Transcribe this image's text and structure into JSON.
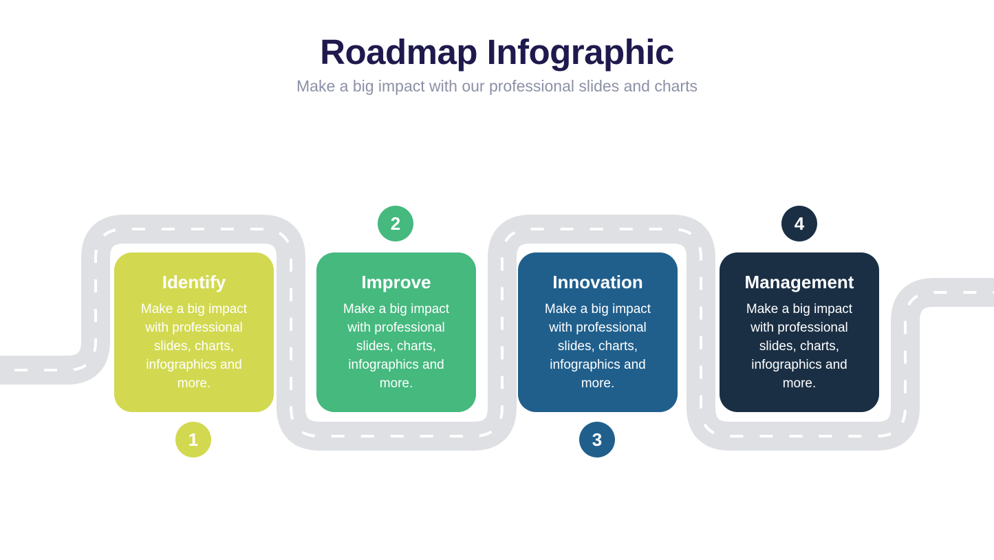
{
  "header": {
    "title": "Roadmap Infographic",
    "subtitle": "Make a big impact with our professional slides and charts",
    "title_color": "#1e1a4d",
    "subtitle_color": "#8b90a6"
  },
  "road": {
    "color": "#dee0e3",
    "dash_color": "#ffffff"
  },
  "card_text_color": "#ffffff",
  "steps": [
    {
      "number": "1",
      "title": "Identify",
      "description": "Make a big impact with professional slides, charts, infographics and more.",
      "color": "#d2d950",
      "badge_position": "below-card"
    },
    {
      "number": "2",
      "title": "Improve",
      "description": "Make a big impact with professional slides, charts, infographics and more.",
      "color": "#45b97e",
      "badge_position": "above-card"
    },
    {
      "number": "3",
      "title": "Innovation",
      "description": "Make a big impact with professional slides, charts, infographics and more.",
      "color": "#205f8c",
      "badge_position": "below-card"
    },
    {
      "number": "4",
      "title": "Management",
      "description": "Make a big impact with professional slides, charts, infographics and more.",
      "color": "#1a2f44",
      "badge_position": "above-card"
    }
  ]
}
